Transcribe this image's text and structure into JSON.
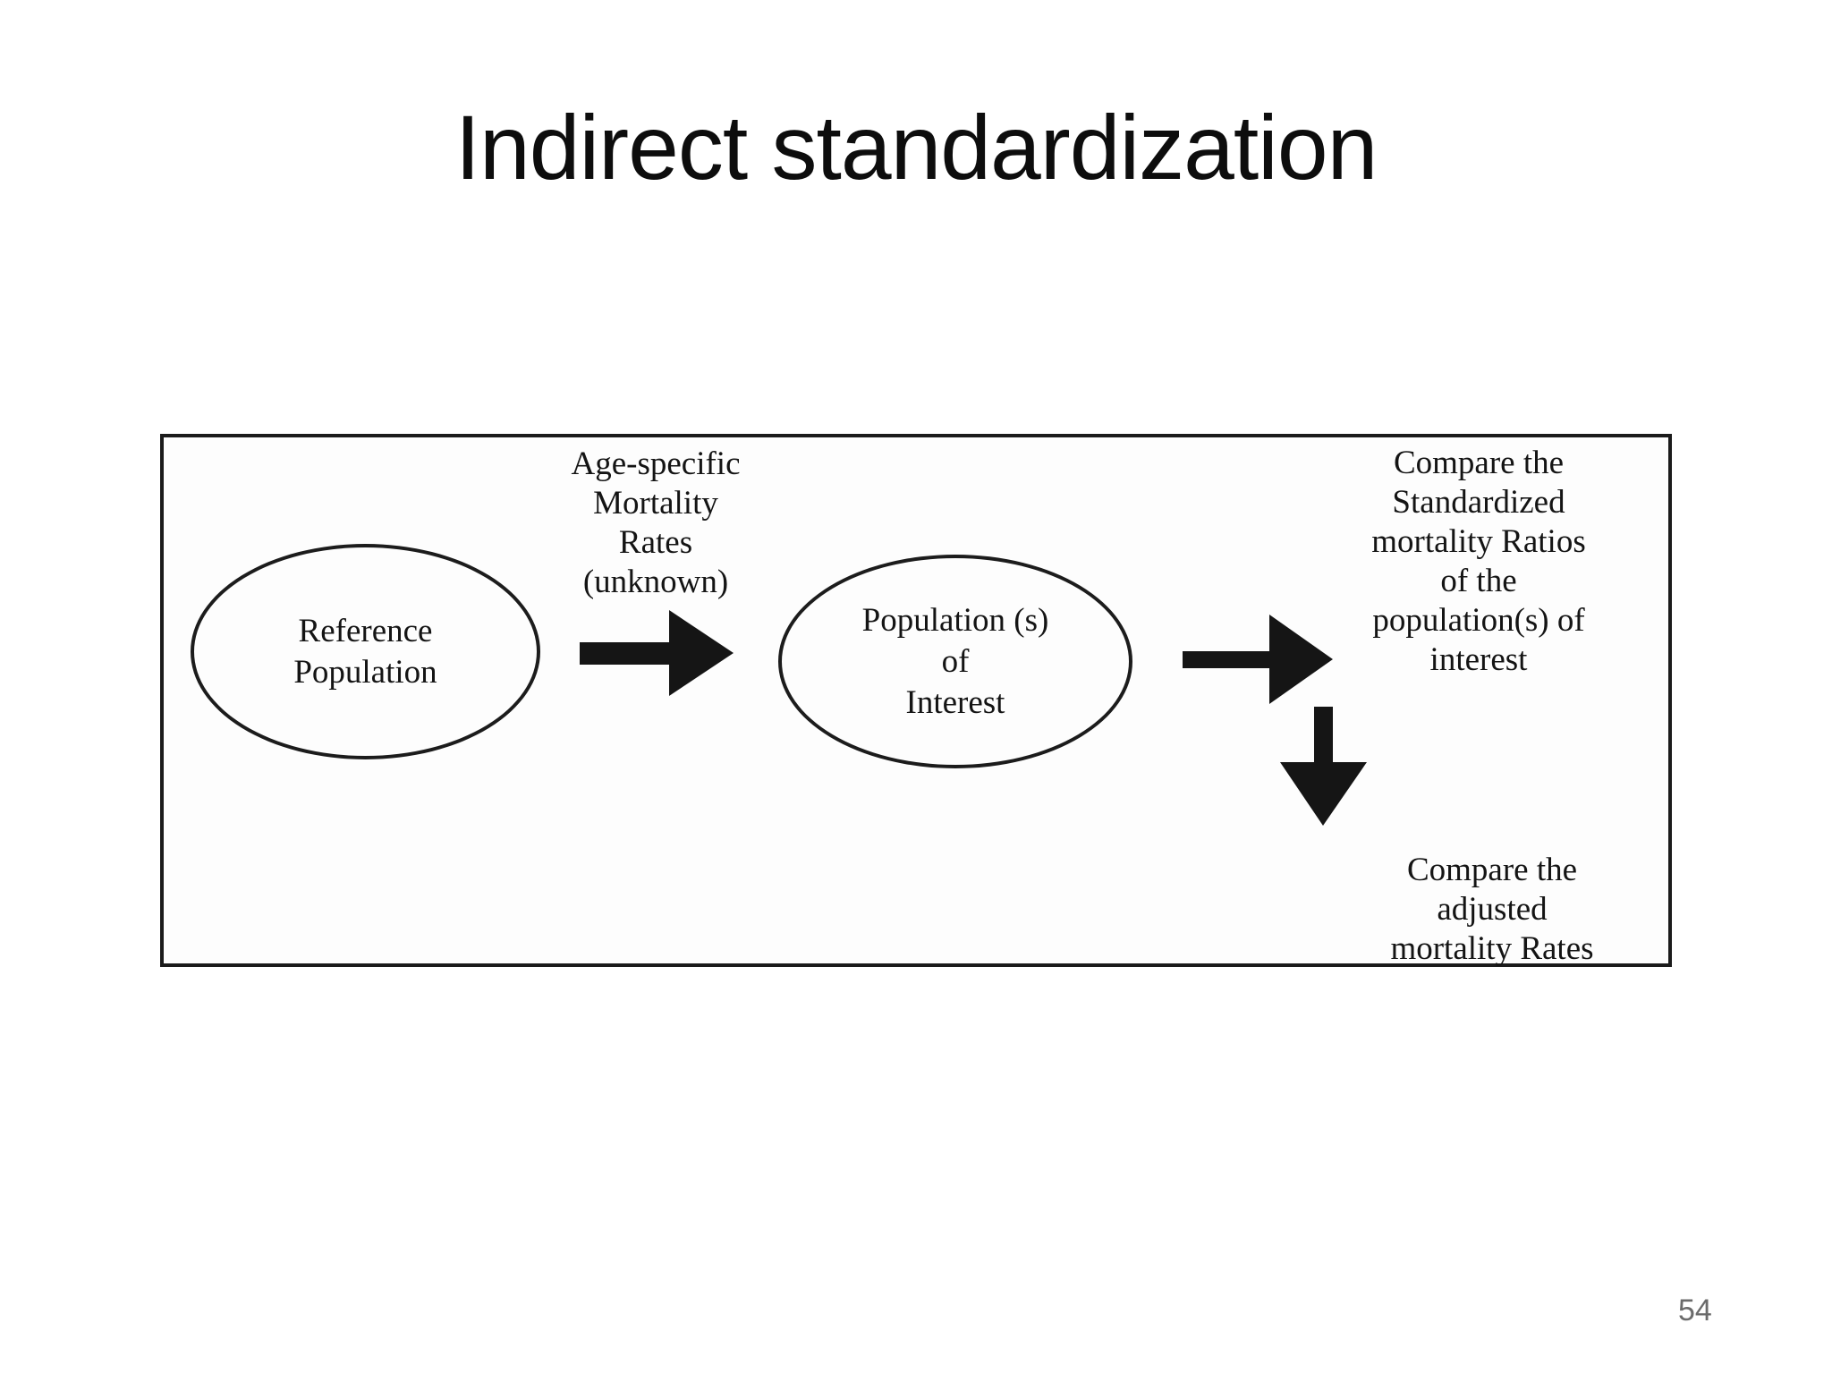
{
  "slide": {
    "title": "Indirect standardization",
    "page_number": "54"
  },
  "diagram": {
    "nodes": {
      "reference_population": {
        "lines": [
          "Reference",
          "Population"
        ]
      },
      "population_of_interest": {
        "lines": [
          "Population (s)",
          "of",
          "Interest"
        ]
      }
    },
    "labels": {
      "age_specific": {
        "lines": [
          "Age-specific",
          "Mortality",
          "Rates",
          "(unknown)"
        ]
      },
      "compare_smr": {
        "lines": [
          "Compare the",
          "Standardized",
          "mortality Ratios",
          "of the",
          "population(s) of",
          "interest"
        ]
      },
      "compare_adjusted": {
        "lines": [
          "Compare the",
          "adjusted",
          "mortality Rates"
        ]
      }
    },
    "icons": [
      "right-arrow-icon",
      "right-arrow-icon",
      "down-arrow-icon"
    ],
    "colors": {
      "ink": "#141414",
      "border": "#1b1b1b",
      "background": "#ffffff",
      "page_number": "#6b6b6b"
    }
  }
}
